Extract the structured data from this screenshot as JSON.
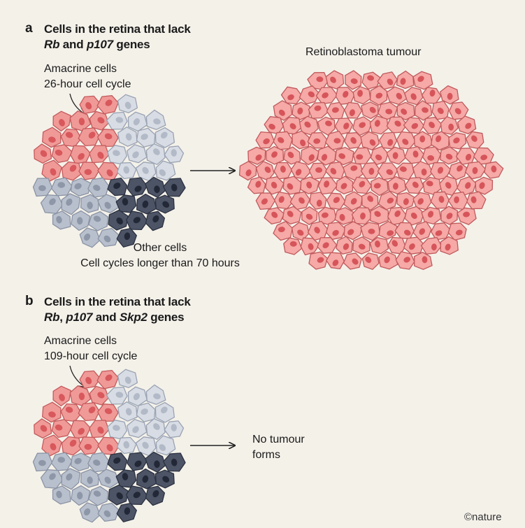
{
  "panel_a": {
    "letter": "a",
    "heading_line1": "Cells in the retina that lack",
    "heading_gene1": "Rb",
    "heading_and": " and ",
    "heading_gene2": "p107",
    "heading_tail": " genes",
    "amacrine_line1": "Amacrine cells",
    "amacrine_line2": "26-hour cell cycle",
    "other_line1": "Other cells",
    "other_line2": "Cell cycles longer than 70 hours",
    "tumour_label": "Retinoblastoma tumour"
  },
  "panel_b": {
    "letter": "b",
    "heading_line1": "Cells in the retina that lack",
    "heading_gene1": "Rb",
    "heading_sep": ", ",
    "heading_gene2": "p107",
    "heading_and": " and ",
    "heading_gene3": "Skp2",
    "heading_tail": " genes",
    "amacrine_line1": "Amacrine cells",
    "amacrine_line2": "109-hour cell cycle",
    "outcome_line1": "No tumour",
    "outcome_line2": "forms"
  },
  "credit": "©nature",
  "colors": {
    "background": "#f4f1e9",
    "amacrine_fill": "#f09a98",
    "amacrine_nucleus": "#d8585c",
    "other_fill": "#b9c0cd",
    "other_nucleus": "#8d97a8",
    "pale_fill": "#d8dce4",
    "dark_fill": "#4c5466",
    "dark_nucleus": "#222836",
    "tumour_fill": "#f6a9a6",
    "tumour_nucleus": "#d6555a"
  }
}
